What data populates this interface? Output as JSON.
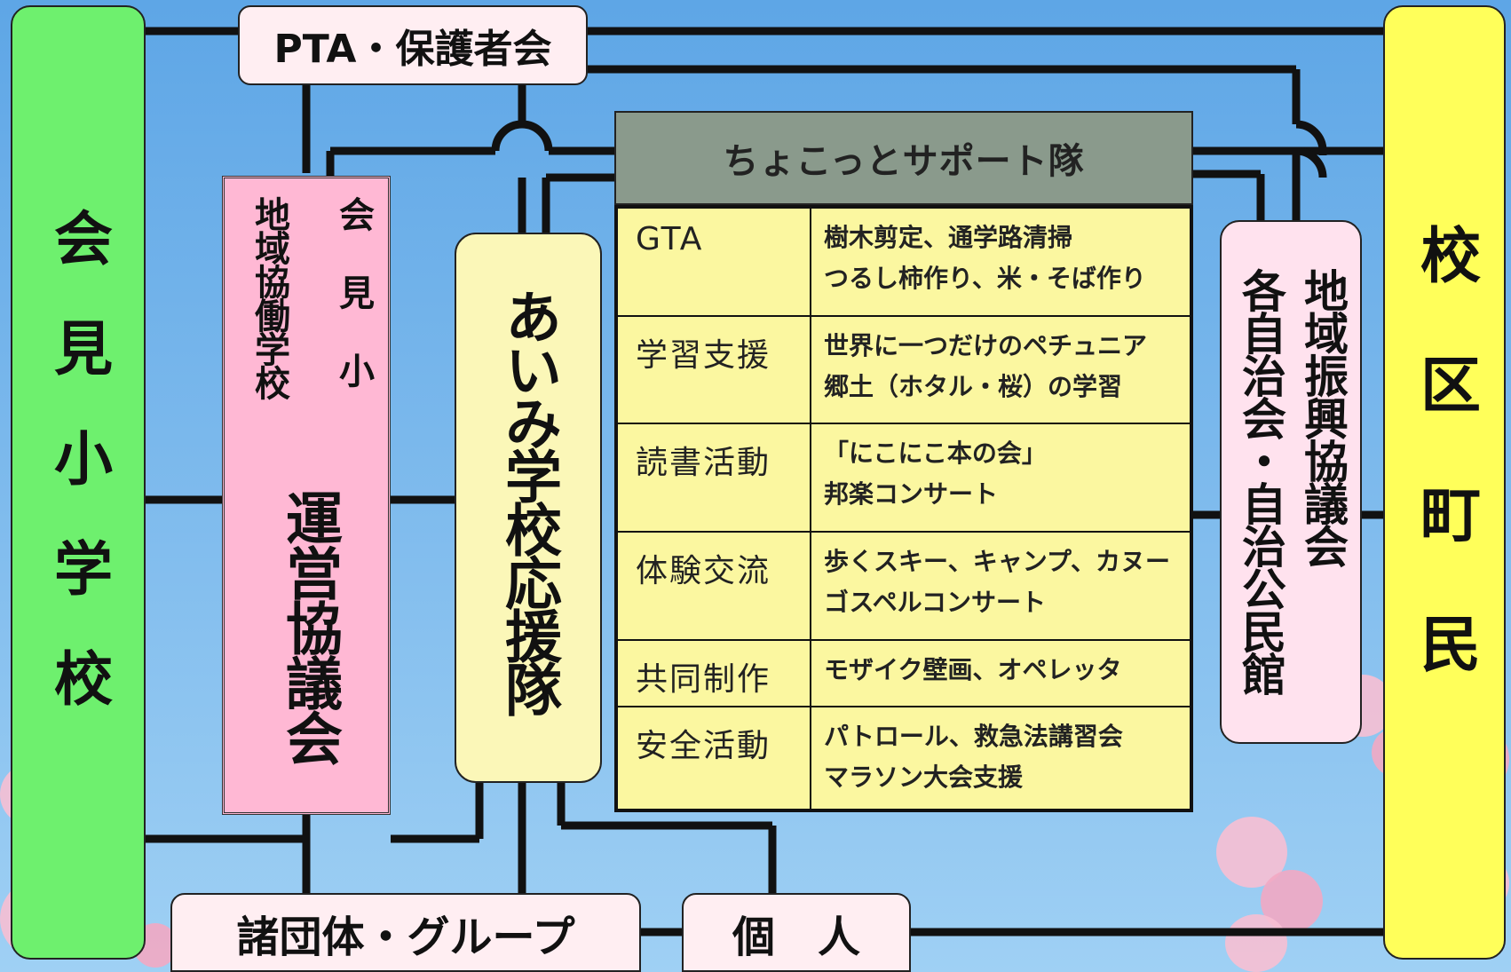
{
  "colors": {
    "background": "#6fb0ea",
    "school": "#6ef06e",
    "district": "#ffff5a",
    "council": "#ffb8d4",
    "support_squad": "#fbf7b8",
    "table_header": "#8a9a8c",
    "table_body": "#fbf7a0",
    "label_boxes": "#ffeef2"
  },
  "school": {
    "label": "会見小学校"
  },
  "district": {
    "label": "校区町民"
  },
  "pta": {
    "label": "PTA・保護者会"
  },
  "council": {
    "col_right": "会見小",
    "col_left": "地域協働学校",
    "main": "運営協議会"
  },
  "support_squad": {
    "label": "あいみ学校応援隊"
  },
  "community": {
    "col_right": "地域振興協議会",
    "col_left": "各自治会・自治公民館"
  },
  "groups": {
    "label": "諸団体・グループ"
  },
  "individual": {
    "label": "個　人"
  },
  "table": {
    "title": "ちょこっとサポート隊",
    "rows": [
      {
        "category": "GTA",
        "activities": [
          "樹木剪定、通学路清掃",
          "つるし柿作り、米・そば作り"
        ]
      },
      {
        "category": "学習支援",
        "activities": [
          "世界に一つだけのペチュニア",
          "郷土（ホタル・桜）の学習"
        ]
      },
      {
        "category": "読書活動",
        "activities": [
          "「にこにこ本の会」",
          "邦楽コンサート"
        ]
      },
      {
        "category": "体験交流",
        "activities": [
          "歩くスキー、キャンプ、カヌー",
          "ゴスペルコンサート"
        ]
      },
      {
        "category": "共同制作",
        "activities": [
          "モザイク壁画、オペレッタ"
        ]
      },
      {
        "category": "安全活動",
        "activities": [
          "パトロール、救急法講習会",
          "マラソン大会支援"
        ]
      }
    ]
  }
}
